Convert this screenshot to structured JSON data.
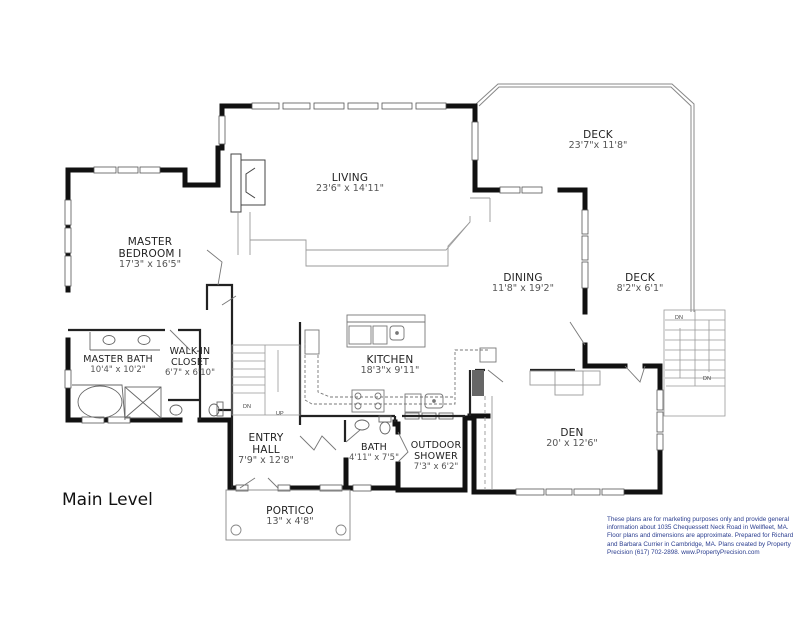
{
  "plan": {
    "level_title": "Main Level",
    "rooms": [
      {
        "id": "master-bedroom",
        "name": "MASTER BEDROOM I",
        "name_line1": "MASTER",
        "name_line2": "BEDROOM I",
        "dims": "17'3\" x 16'5\""
      },
      {
        "id": "living",
        "name": "LIVING",
        "dims": "23'6\" x 14'11\""
      },
      {
        "id": "deck-main",
        "name": "DECK",
        "dims": "23'7\"x 11'8\""
      },
      {
        "id": "deck-small",
        "name": "DECK",
        "dims": "8'2\"x 6'1\""
      },
      {
        "id": "dining",
        "name": "DINING",
        "dims": "11'8\" x 19'2\""
      },
      {
        "id": "kitchen",
        "name": "KITCHEN",
        "dims": "18'3\"x 9'11\""
      },
      {
        "id": "master-bath",
        "name": "MASTER BATH",
        "dims": "10'4\" x 10'2\""
      },
      {
        "id": "walk-in-closet",
        "name": "WALK-IN CLOSET",
        "name_line1": "WALK-IN",
        "name_line2": "CLOSET",
        "dims": "6'7\" x 6'10\""
      },
      {
        "id": "entry-hall",
        "name": "ENTRY HALL",
        "name_line1": "ENTRY",
        "name_line2": "HALL",
        "dims": "7'9\" x 12'8\""
      },
      {
        "id": "bath",
        "name": "BATH",
        "dims": "4'11\" x 7'5\""
      },
      {
        "id": "outdoor-shower",
        "name": "OUTDOOR SHOWER",
        "name_line1": "OUTDOOR",
        "name_line2": "SHOWER",
        "dims": "7'3\" x 6'2\""
      },
      {
        "id": "den",
        "name": "DEN",
        "dims": "20' x 12'6\""
      },
      {
        "id": "portico",
        "name": "PORTICO",
        "dims": "13\" x 4'8\""
      }
    ],
    "stair_labels": {
      "interior_dn": "DN",
      "interior_up": "UP",
      "exterior_dn_top": "DN",
      "exterior_dn_bottom": "DN"
    },
    "disclaimer": "These plans are for marketing purposes only and provide general information about 1035 Chequessett Neck Road in Wellfleet, MA. Floor plans and dimensions are approximate. Prepared for Richard and Barbara Currier in Cambridge, MA. Plans created by Property Precision (617) 702-2898. www.PropertyPrecision.com",
    "colors": {
      "wall": "#111111",
      "fixture": "#999999",
      "disclaimer_text": "#2a3d8f"
    }
  }
}
